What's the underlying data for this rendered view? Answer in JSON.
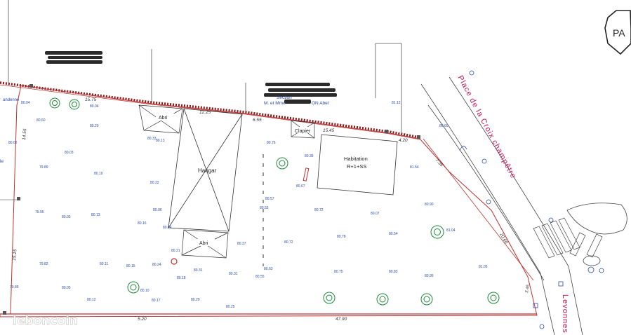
{
  "stamp": {
    "label": "PA"
  },
  "buildings": {
    "hangar": "Hangar",
    "abri_top": "Abri",
    "abri_bottom": "Abri",
    "clapier": "Clapier",
    "habitation_line1": "Habitation",
    "habitation_line2": "R+1+SS"
  },
  "owner_text": {
    "left_small": "andenne",
    "left_edge": "le",
    "owner_line1": "Section",
    "owner_line2": "M. et Mme",
    "owner_suffix": "ON Abel"
  },
  "streets": {
    "place": "Place de la Croix champêtre",
    "bottom_right": "Levonnes"
  },
  "dimensions": [
    "15.75",
    "12.25",
    "6.55",
    "15.45",
    "4.20",
    "7.35",
    "14.55",
    "15.15",
    "5.20",
    "47.90",
    "5.45",
    "20.60"
  ],
  "spot_heights": [
    "80.04",
    "80.04",
    "80.60",
    "80.20",
    "80.02",
    "80.03",
    "79.89",
    "80.10",
    "80.33",
    "80.13",
    "80.22",
    "80.06",
    "79.95",
    "80.03",
    "80.13",
    "80.16",
    "80.04",
    "80.21",
    "80.37",
    "79.82",
    "80.11",
    "80.15",
    "80.24",
    "80.31",
    "80.18",
    "80.31",
    "80.55",
    "80.63",
    "79.85",
    "80.05",
    "80.12",
    "80.10",
    "80.17",
    "80.29",
    "80.25",
    "80.76",
    "80.35",
    "80.67",
    "80.57",
    "80.55",
    "80.72",
    "80.72",
    "80.78",
    "80.07",
    "80.54",
    "80.75",
    "80.83",
    "80.95",
    "81.05",
    "81.54",
    "80.90",
    "81.04",
    "80.60",
    "81.12"
  ],
  "watermark": "leboncoin"
}
